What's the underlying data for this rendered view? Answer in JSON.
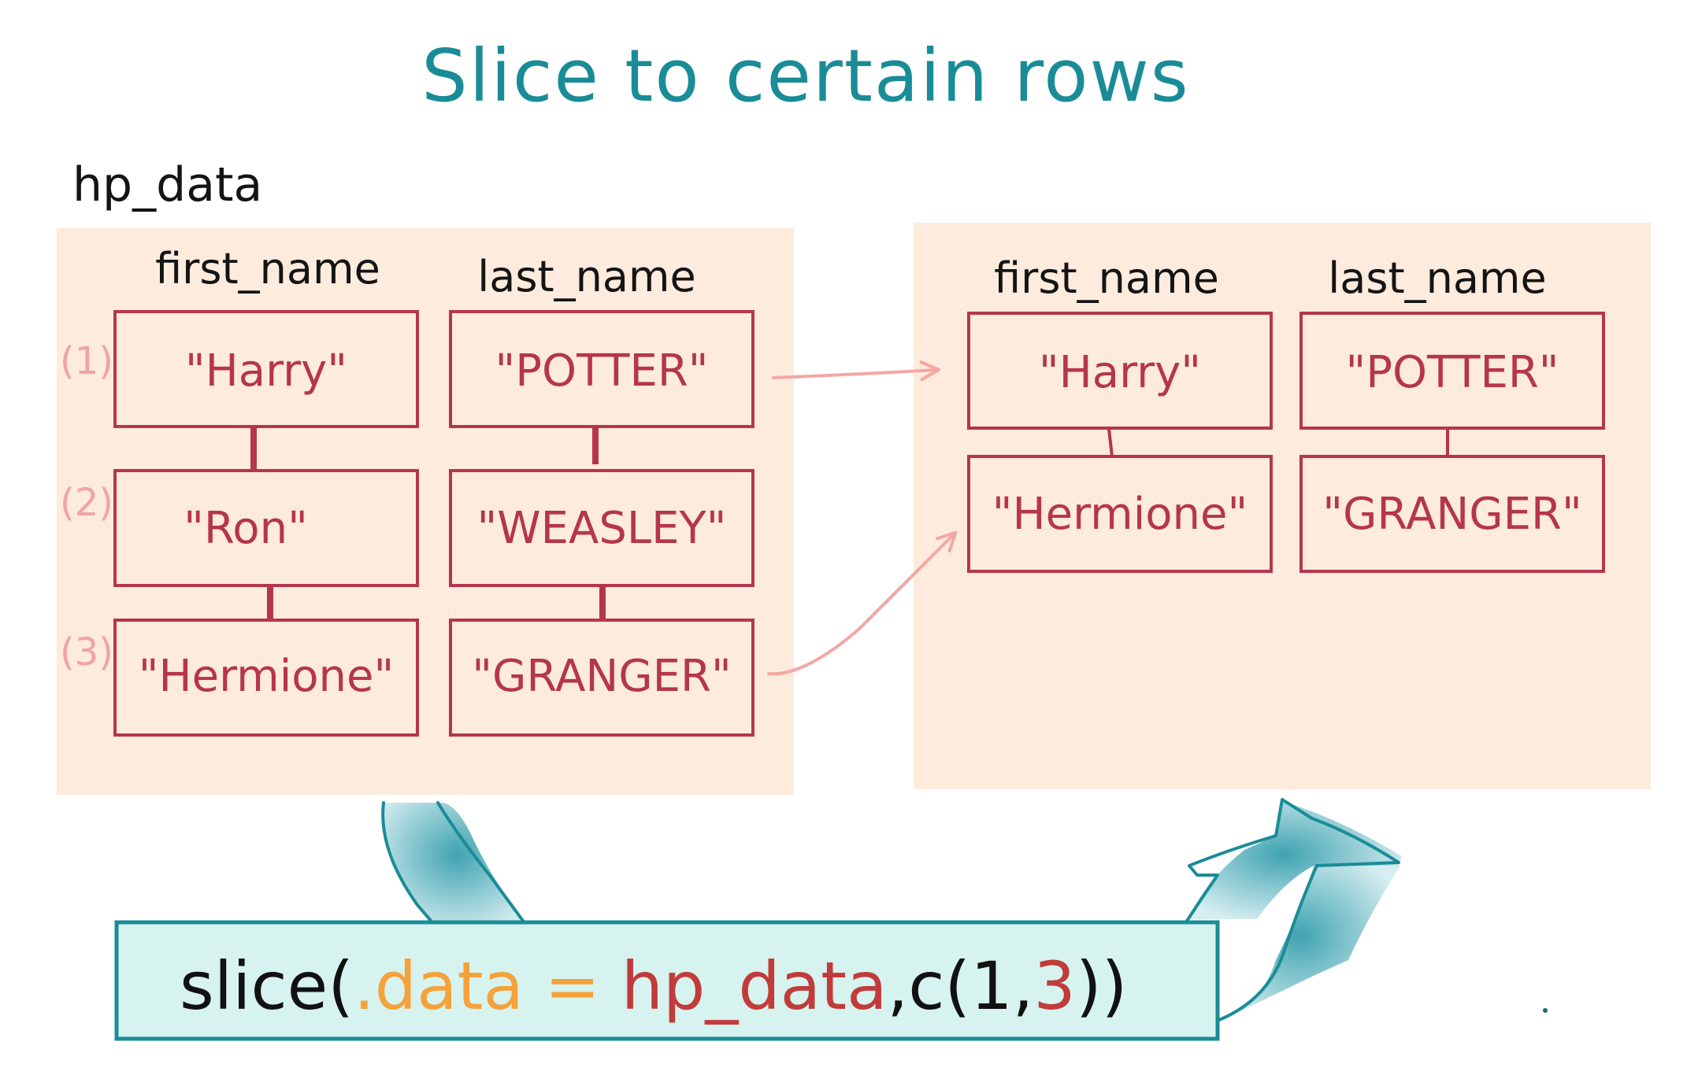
{
  "title": "Slice to certain rows",
  "source_table": {
    "name": "hp_data",
    "columns": [
      "first_name",
      "last_name"
    ],
    "row_numbers": [
      "(1)",
      "(2)",
      "(3)"
    ],
    "rows": [
      [
        "\"Harry\"",
        "\"POTTER\""
      ],
      [
        "\"Ron\"",
        "\"WEASLEY\""
      ],
      [
        "\"Hermione\"",
        "\"GRANGER\""
      ]
    ]
  },
  "result_table": {
    "columns": [
      "first_name",
      "last_name"
    ],
    "rows": [
      [
        "\"Harry\"",
        "\"POTTER\""
      ],
      [
        "\"Hermione\"",
        "\"GRANGER\""
      ]
    ]
  },
  "code": {
    "func": "slice(",
    "arg": ".data",
    "eq": " = ",
    "value": "hp_data",
    "sep": ",",
    "c_open": "c(",
    "n1": "1",
    "comma": ",",
    "n2": "3",
    "close": "))"
  },
  "colors": {
    "title": "#1a8c97",
    "panel_bg": "#fdebdd",
    "cell_border": "#b5364a",
    "cell_text": "#b5364a",
    "row_number": "#f0a3a6",
    "mapping_arrow": "#f4a7a3",
    "code_bg": "#d6f3ef",
    "code_border": "#1a8c97",
    "code_func": "#111111",
    "code_arg": "#f5a23a",
    "code_value": "#c23b3b",
    "flow_arrow_fill": "#7cc3cc",
    "flow_arrow_stroke": "#1a8c97"
  }
}
